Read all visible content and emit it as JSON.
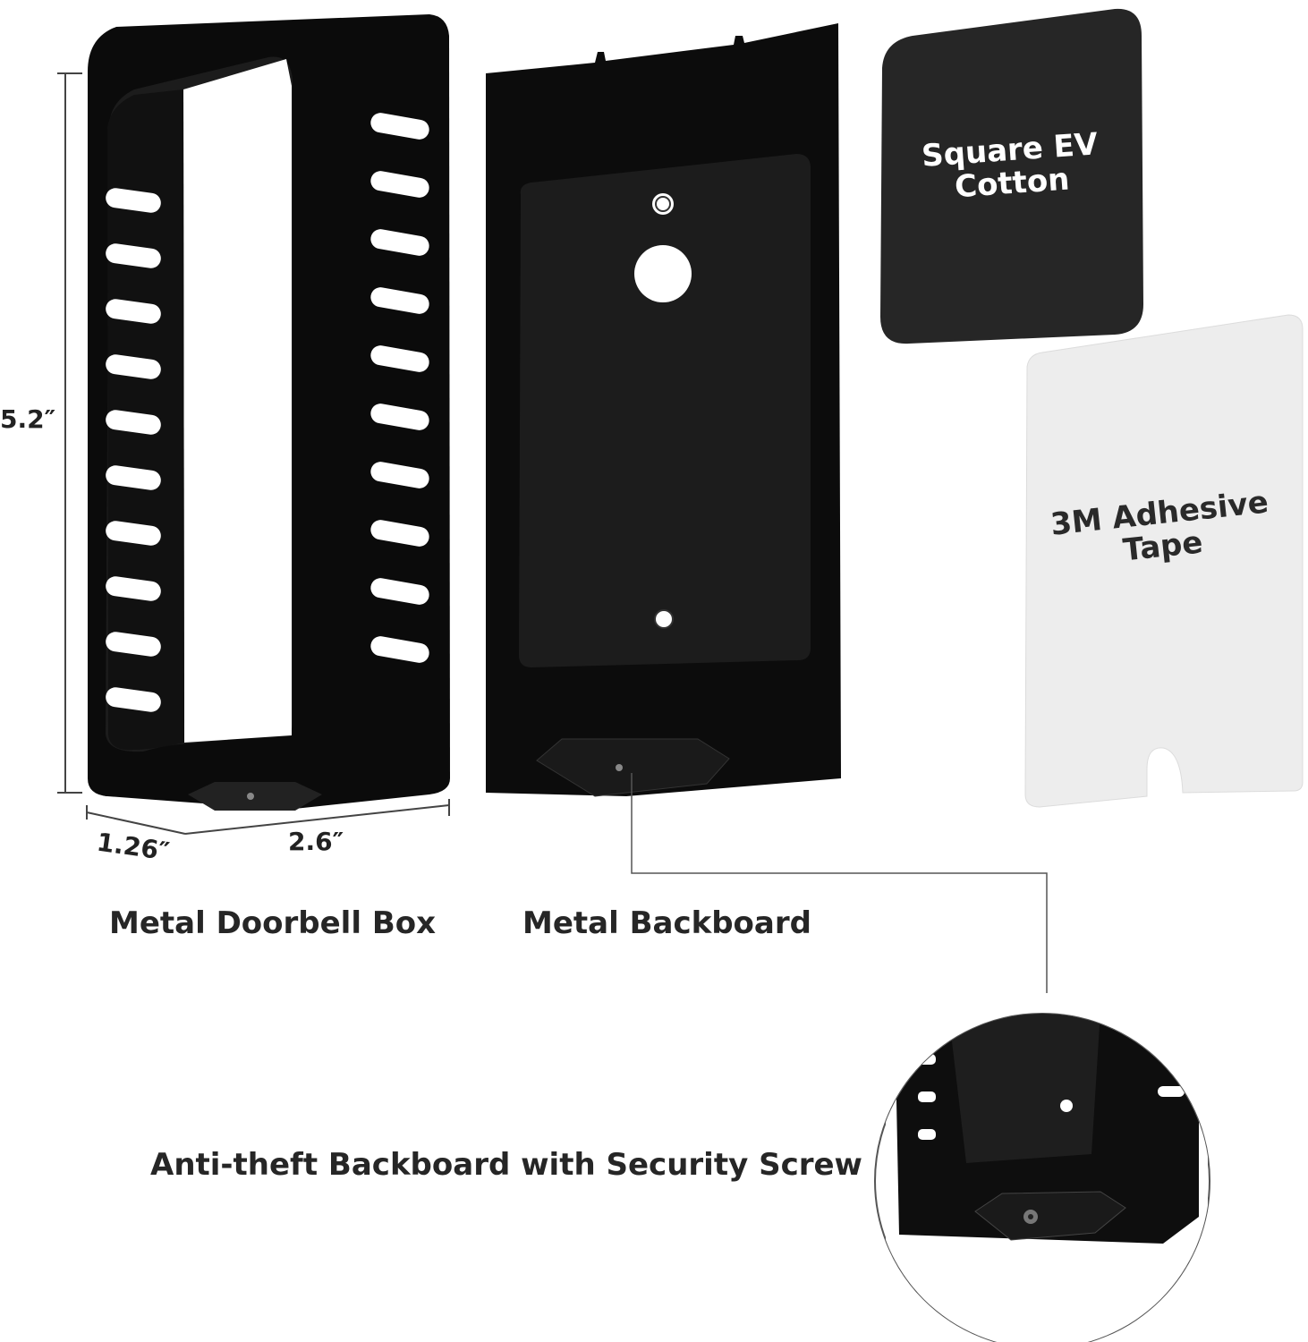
{
  "dimensions": {
    "height": "5.2″",
    "depth": "1.26″",
    "width": "2.6″"
  },
  "parts": {
    "box": {
      "label": "Metal Doorbell Box"
    },
    "backboard": {
      "label": "Metal Backboard"
    },
    "cotton": {
      "label": "Square EV Cotton",
      "line1": "Square EV",
      "line2": "Cotton"
    },
    "tape": {
      "label": "3M Adhesive Tape",
      "line1": "3M Adhesive",
      "line2": "Tape"
    }
  },
  "detail": {
    "label": "Anti-theft Backboard with Security Screw"
  },
  "colors": {
    "metal": "#0d0d0d",
    "sponge": "#2a2a2a",
    "tape": "#eeeeee",
    "text_dark": "#262626"
  }
}
